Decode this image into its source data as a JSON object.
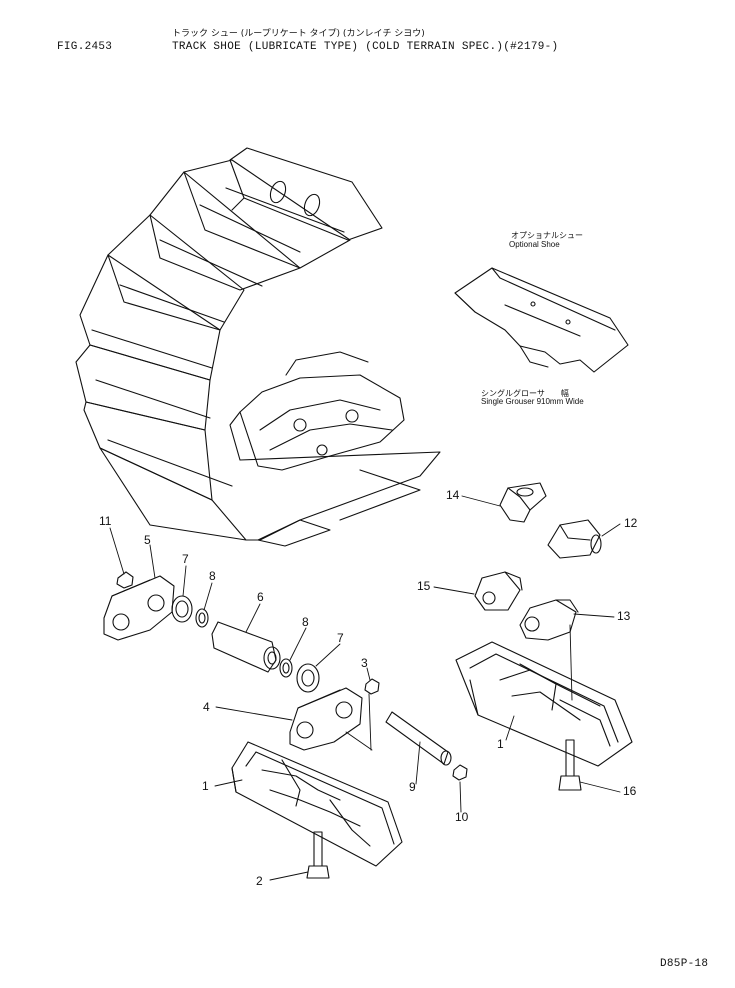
{
  "header": {
    "fig": "FIG.2453",
    "title_jp": "トラック シュー (ループリケート タイプ) (カンレイチ シヨウ)",
    "title_en": "TRACK SHOE (LUBRICATE TYPE) (COLD TERRAIN SPEC.)(#2179-)"
  },
  "captions": {
    "optional_jp": "オプショナルシュー",
    "optional_en": "Optional Shoe",
    "grouser_jp": "シングルグローサ　　幅",
    "grouser_en": "Single Grouser 910mm Wide"
  },
  "callouts": {
    "c1a": "1",
    "c1b": "1",
    "c2": "2",
    "c3": "3",
    "c4": "4",
    "c5": "5",
    "c6": "6",
    "c7a": "7",
    "c7b": "7",
    "c8a": "8",
    "c8b": "8",
    "c9": "9",
    "c10": "10",
    "c11": "11",
    "c12": "12",
    "c13": "13",
    "c14": "14",
    "c15": "15",
    "c16": "16"
  },
  "footer": {
    "code": "D85P-18"
  }
}
